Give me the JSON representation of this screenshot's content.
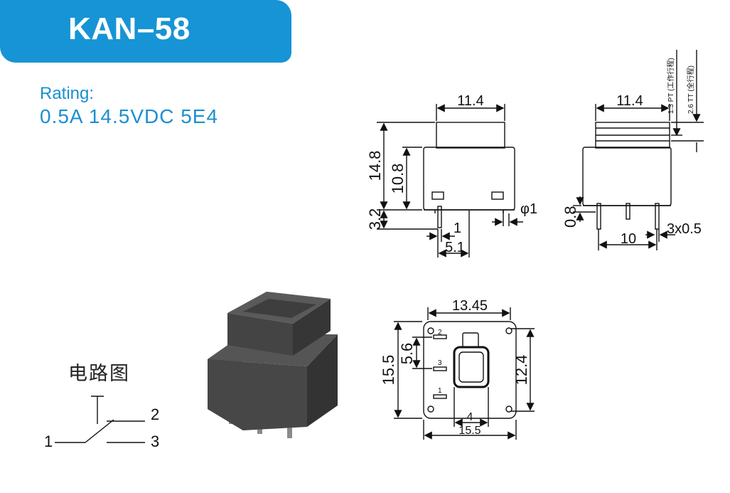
{
  "header": {
    "title": "KAN–58"
  },
  "rating": {
    "label": "Rating:",
    "value": "0.5A 14.5VDC  5E4"
  },
  "front_view": {
    "width_top": "11.4",
    "height_total": "14.8",
    "height_body": "10.8",
    "pin_length": "3.2",
    "pin_offset": "1",
    "pin_spacing": "5.1",
    "pin_diameter": "φ1"
  },
  "side_view": {
    "width_top": "11.4",
    "stroke_pt": "1.3 PT (工作行程)",
    "stroke_tt": "2.6 TT (全行程)",
    "standoff": "0.8",
    "pin_spacing": "10",
    "pin_size": "3x0.5"
  },
  "bottom_view": {
    "top_width": "13.45",
    "height_left": "15.5",
    "offset_left": "5.6",
    "height_right": "12.4",
    "pin_offset": "4",
    "bottom_width": "15.5",
    "pin_labels": [
      "2",
      "3",
      "1"
    ]
  },
  "circuit": {
    "title": "电路图",
    "terminals": [
      "1",
      "2",
      "3"
    ]
  },
  "colors": {
    "accent": "#1794d5",
    "text_accent": "#1b8fd0"
  }
}
